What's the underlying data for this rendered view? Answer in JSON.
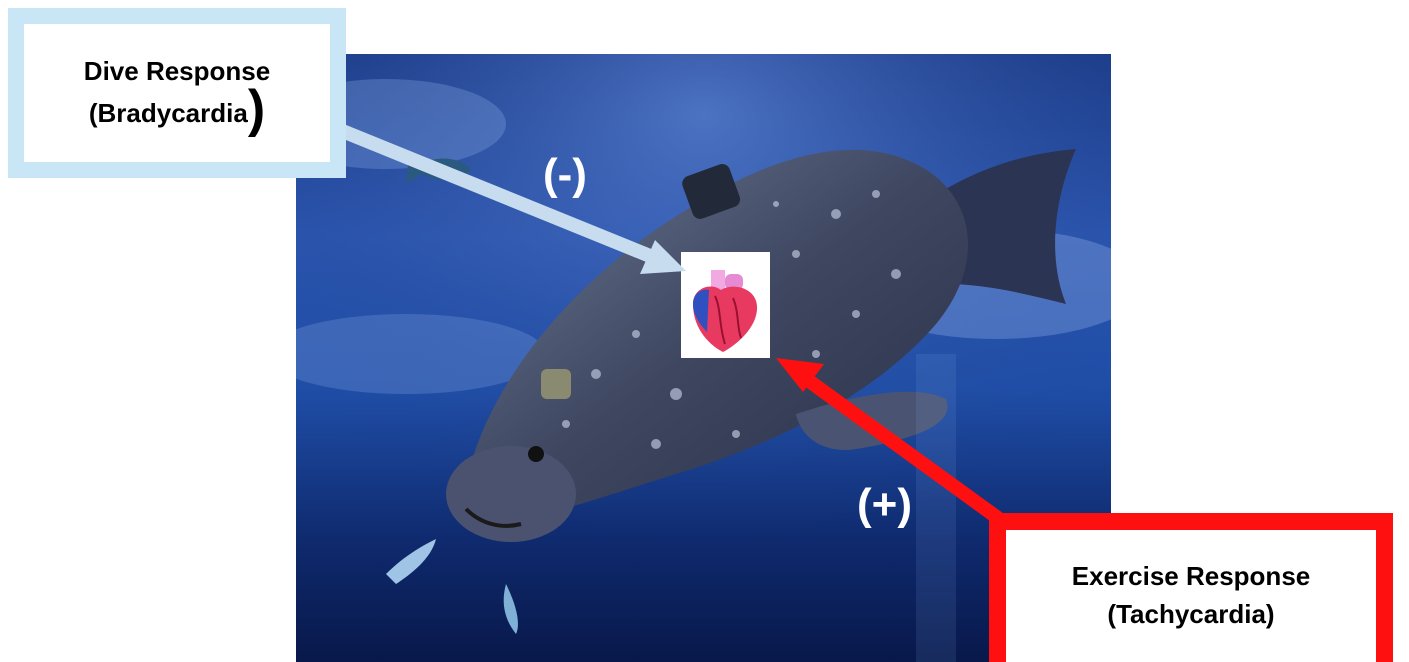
{
  "dive_response": {
    "title": "Dive Response",
    "subtitle": "(Bradycardia",
    "close_paren": ")"
  },
  "exercise_response": {
    "title": "Exercise Response",
    "subtitle": "(Tachycardia)"
  },
  "signs": {
    "negative": "(-)",
    "positive": "(+)"
  },
  "colors": {
    "dive_box_border": "#c9e6f7",
    "dive_arrow": "#c7dcef",
    "exercise_box_border": "#ff1010",
    "exercise_arrow": "#ff1010",
    "ocean_top": "#1a3a86",
    "ocean_bottom": "#08184a"
  }
}
